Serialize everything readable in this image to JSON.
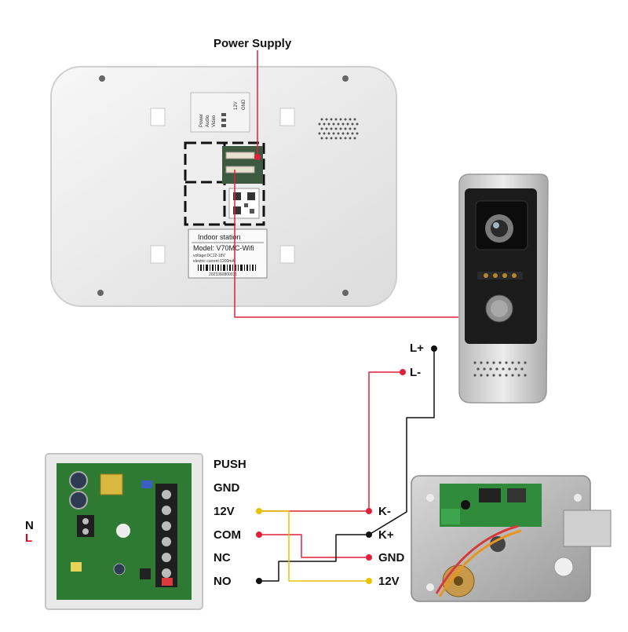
{
  "title": "Power  Supply",
  "monitor": {
    "sticker_line1": "Indoor station",
    "sticker_line2": "Model: V70MC-Wifi",
    "sticker_line3": "voltage:DC12-18V",
    "sticker_line4": "electric current:1200mA",
    "barcode_number": "2021060800031",
    "port_labels": [
      "Power",
      "Audio",
      "Video",
      "12V",
      "GND"
    ]
  },
  "door_station": {
    "terminals": {
      "l_plus": "L+",
      "l_minus": "L-"
    }
  },
  "power_box": {
    "mains_n": "N",
    "mains_l": "L",
    "terminals": [
      "PUSH",
      "GND",
      "12V",
      "COM",
      "NC",
      "NO"
    ]
  },
  "lock": {
    "terminals": [
      "K-",
      "K+",
      "GND",
      "12V"
    ]
  },
  "colors": {
    "red_wire": "#e0203a",
    "black_wire": "#111111",
    "yellow_wire": "#e8c400",
    "l_label": "#e0001b"
  }
}
